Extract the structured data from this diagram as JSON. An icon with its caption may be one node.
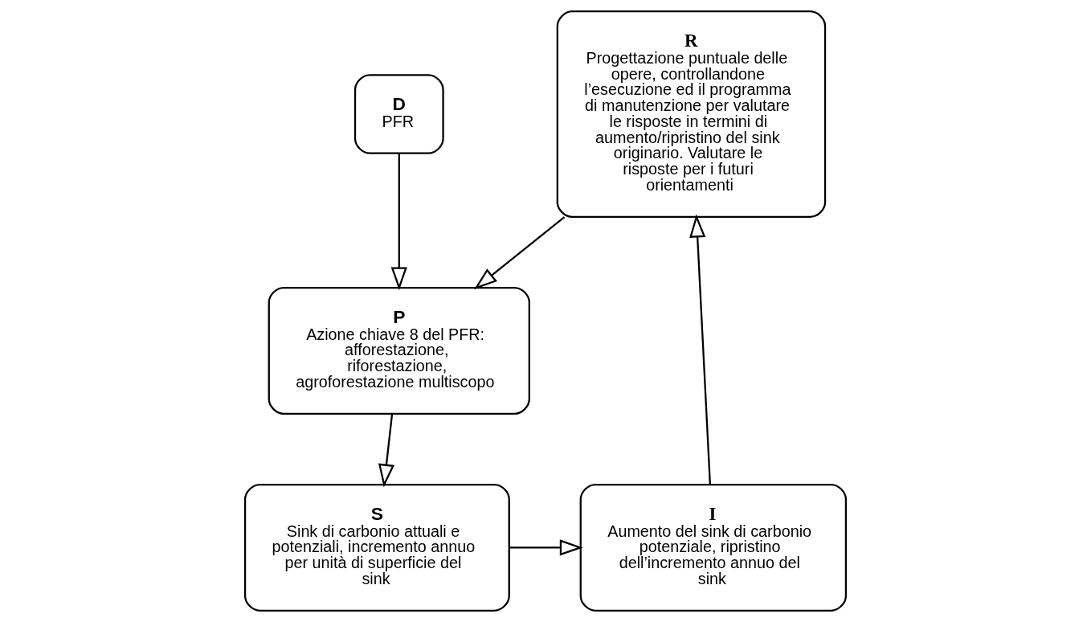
{
  "diagram": {
    "nodes": [
      {
        "text": [
          "D",
          "PFR"
        ]
      },
      {
        "text": [
          "R",
          "Progettazione puntuale delle opere, controllandone l’esecuzione ed il programma di manutenzione per valutare le risposte in termini di aumento/ripristino del sink originario. Valutare le risposte per i futuri orientamenti"
        ]
      },
      {
        "text": [
          "P",
          "Azione chiave 8 del PFR: afforestazione, riforestazione, agroforestazione multiscopo"
        ]
      },
      {
        "text": [
          "S",
          "Sink di carbonio attuali e potenziali, incremento annuo per unità di superficie del sink"
        ]
      },
      {
        "text": [
          "I",
          "Aumento del sink di carbonio potenziale, ripristino dell’incremento annuo del sink"
        ]
      }
    ],
    "edges": [
      {
        "from": 0,
        "to": 2,
        "arrow": "to"
      },
      {
        "from": 1,
        "to": 2,
        "arrow": "to"
      },
      {
        "from": 2,
        "to": 3,
        "arrow": "to"
      },
      {
        "from": 3,
        "to": 4,
        "arrow": "to"
      },
      {
        "from": 4,
        "to": 1,
        "arrow": "to"
      }
    ]
  }
}
